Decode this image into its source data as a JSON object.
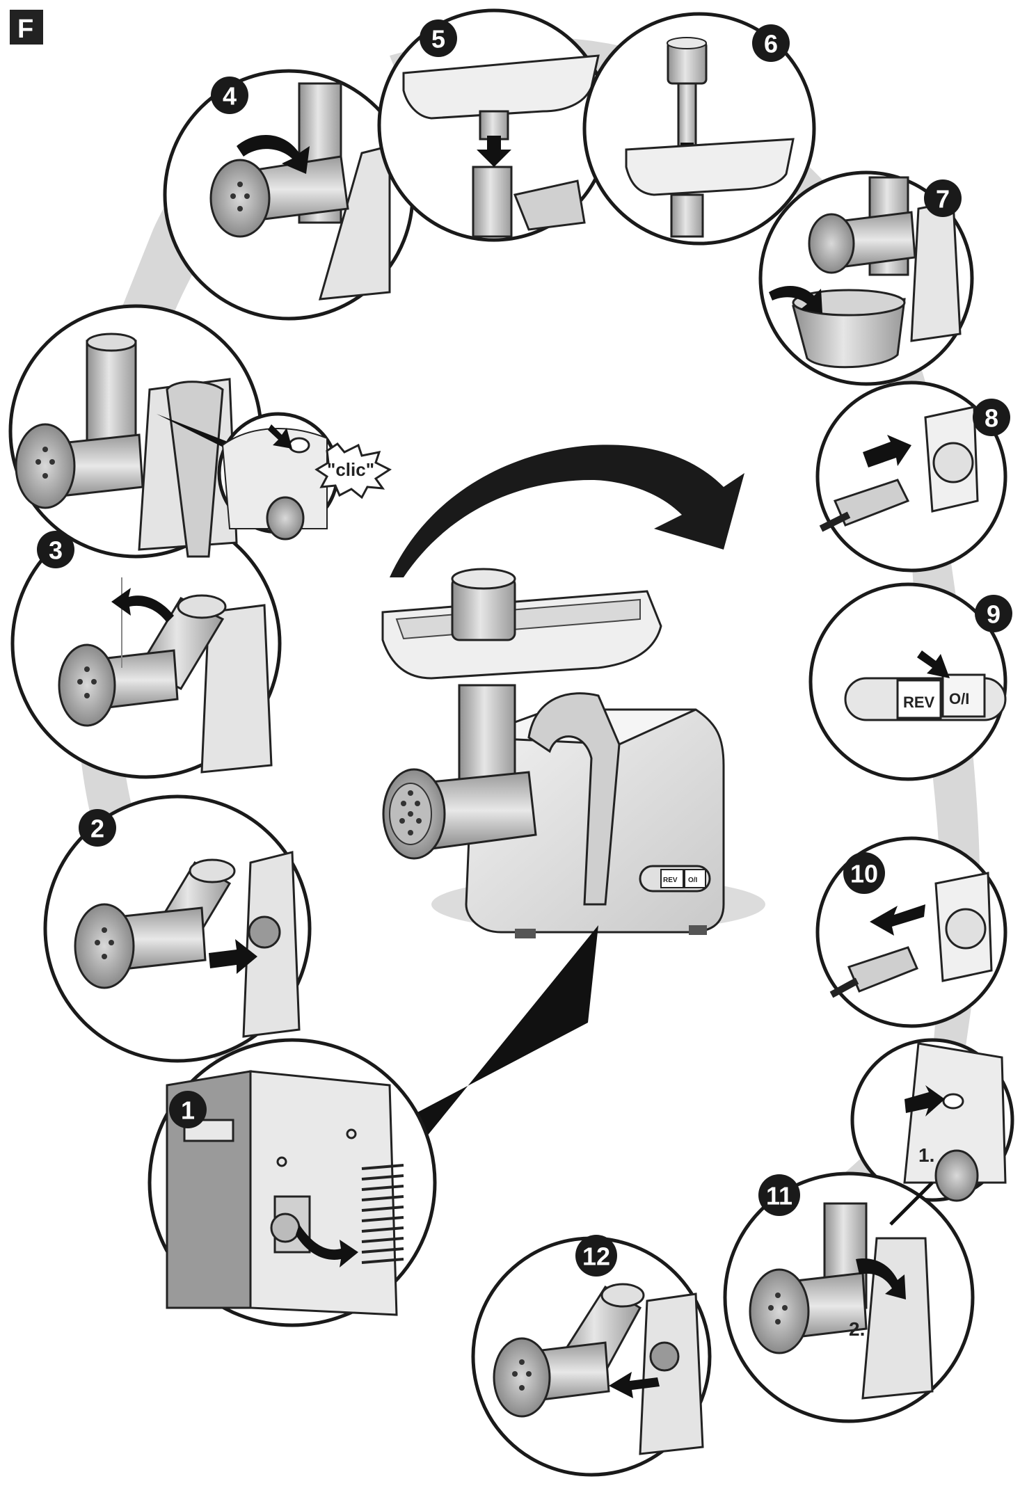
{
  "section_badge": "F",
  "steps": [
    "1",
    "2",
    "3",
    "4",
    "5",
    "6",
    "7",
    "8",
    "9",
    "10",
    "11",
    "12"
  ],
  "labels": {
    "clic": "\"clic\"",
    "rev": "REV",
    "onoff": "O/I",
    "small_rev": "REV",
    "small_onoff": "O/I",
    "sub1": "1.",
    "sub2": "2."
  },
  "colors": {
    "ink": "#1a1a1a",
    "swirl": "#d6d6d6",
    "metal": "#bfbfbf",
    "body": "#e9e9e9"
  }
}
